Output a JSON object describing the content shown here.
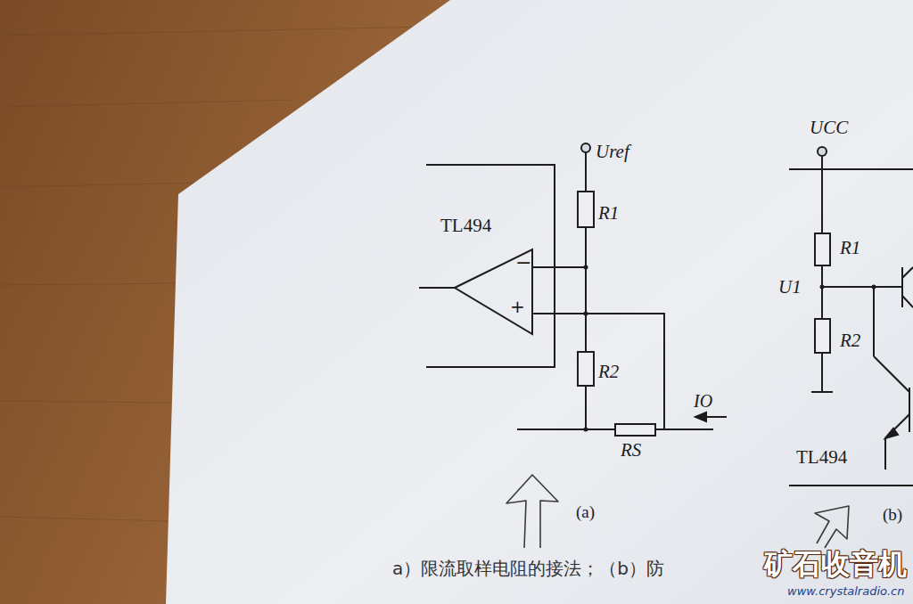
{
  "diagram": {
    "caption": "a）限流取样电阻的接法；（b）防",
    "nodes": [
      {
        "text": [
          "−",
          "+"
        ]
      }
    ],
    "labels": [
      "Uref",
      "R1",
      "TL494",
      "R2",
      "IO",
      "RS",
      "(a)",
      "UCC",
      "R1",
      "U1",
      "R2",
      "TL494",
      "(b)",
      "矿石收音机",
      "www.crystalradio.cn"
    ]
  }
}
